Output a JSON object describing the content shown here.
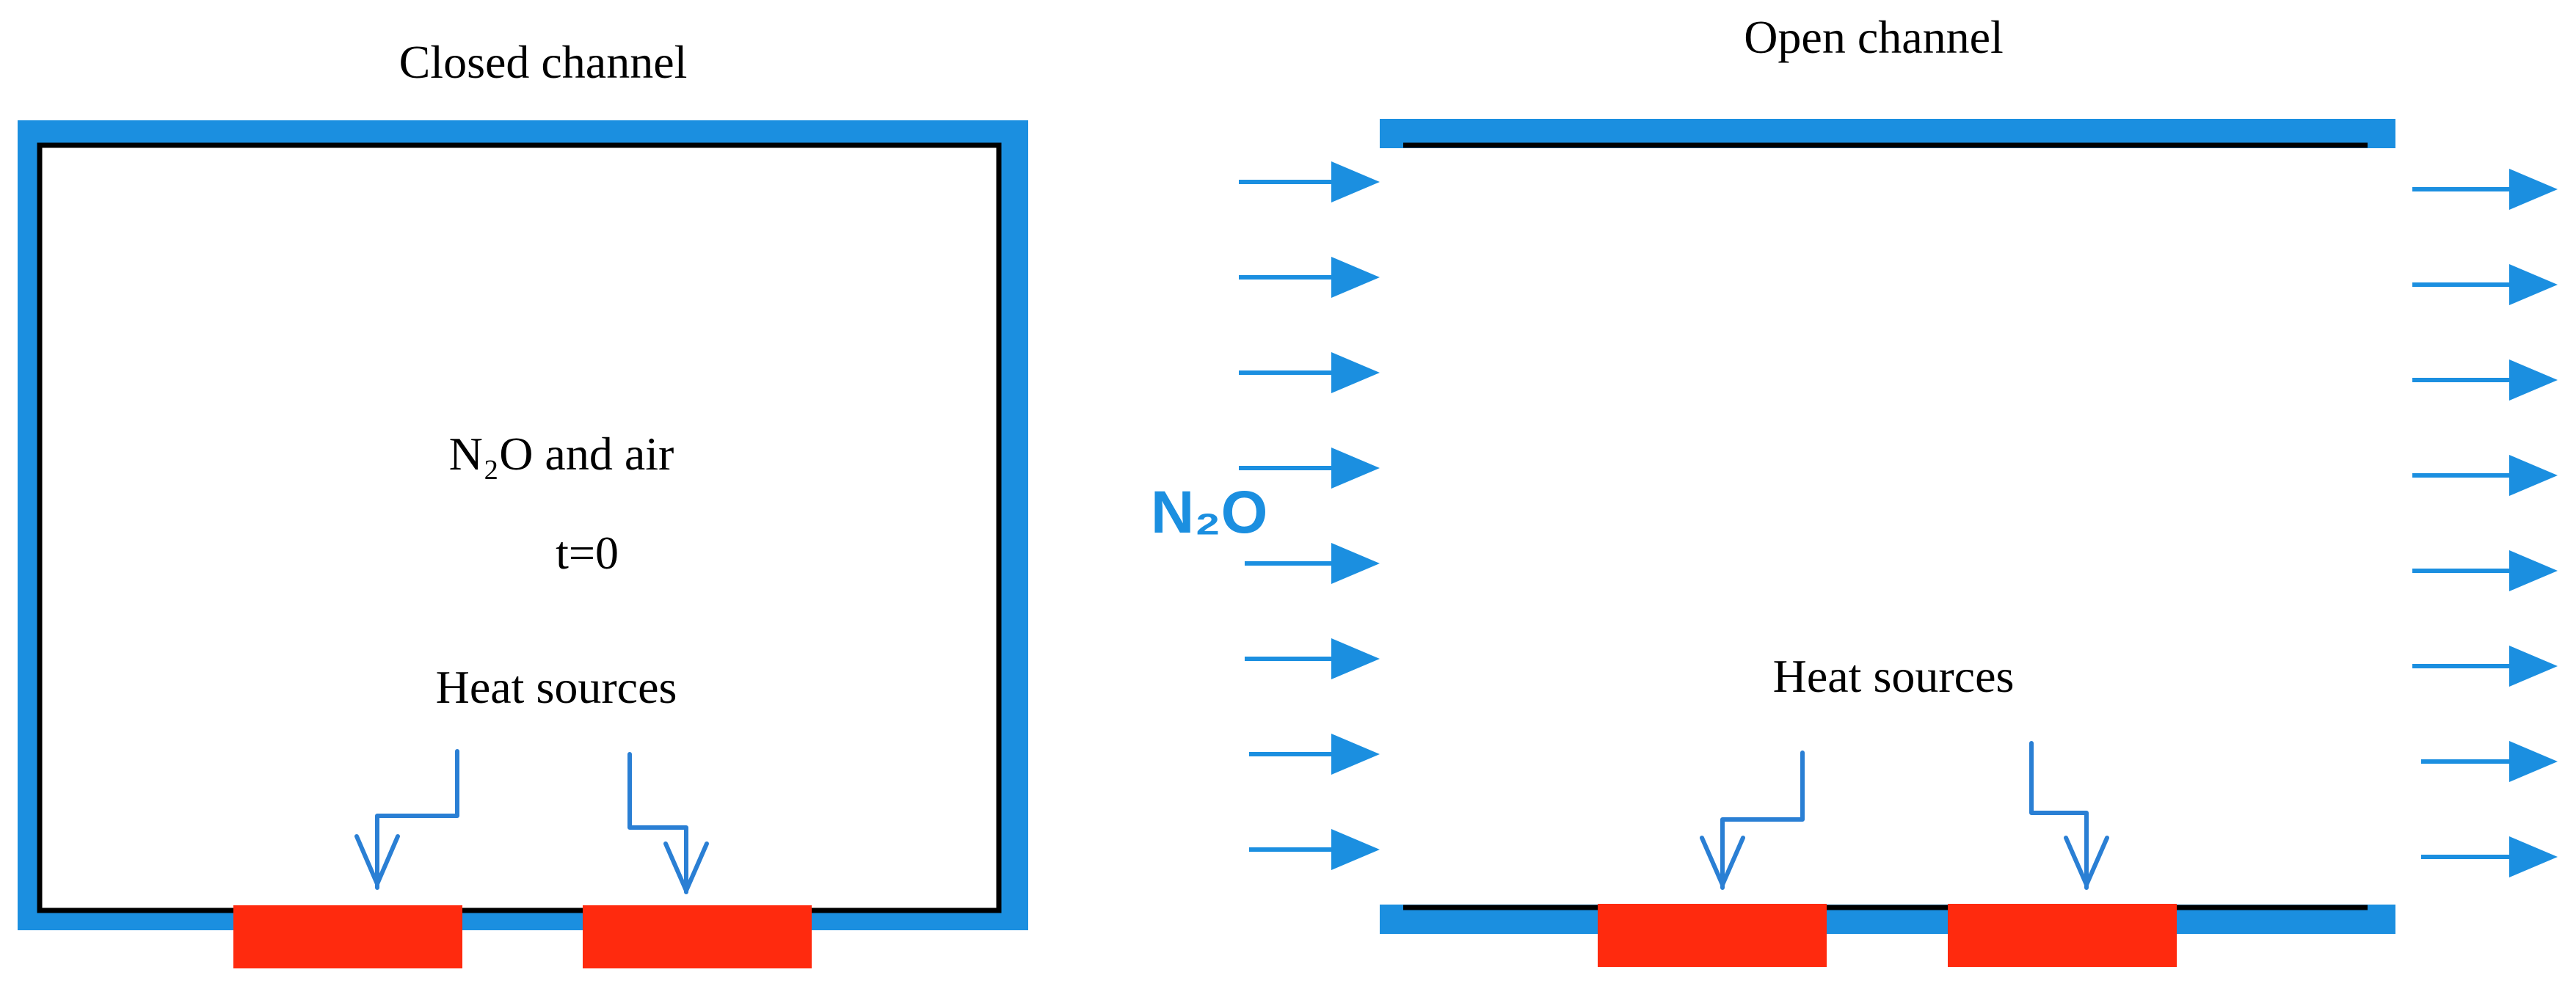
{
  "colors": {
    "wall_blue": "#1b8fe0",
    "heater_red": "#ff2a0e",
    "arrow_blue": "#2a7fd4",
    "inner_line": "#000000"
  },
  "closed_channel": {
    "title": "Closed channel",
    "content_label": "N₂O and air",
    "time_label": "t=0",
    "heat_sources_label": "Heat sources",
    "heat_source_count": 2
  },
  "open_channel": {
    "title": "Open channel",
    "inlet_label": "N₂O",
    "heat_sources_label": "Heat sources",
    "heat_source_count": 2,
    "inlet_arrow_count": 8,
    "outlet_arrow_count": 8
  },
  "icons": {
    "flow_arrow": "right-arrow-icon",
    "pointer_arrow": "bent-down-arrow-icon"
  }
}
